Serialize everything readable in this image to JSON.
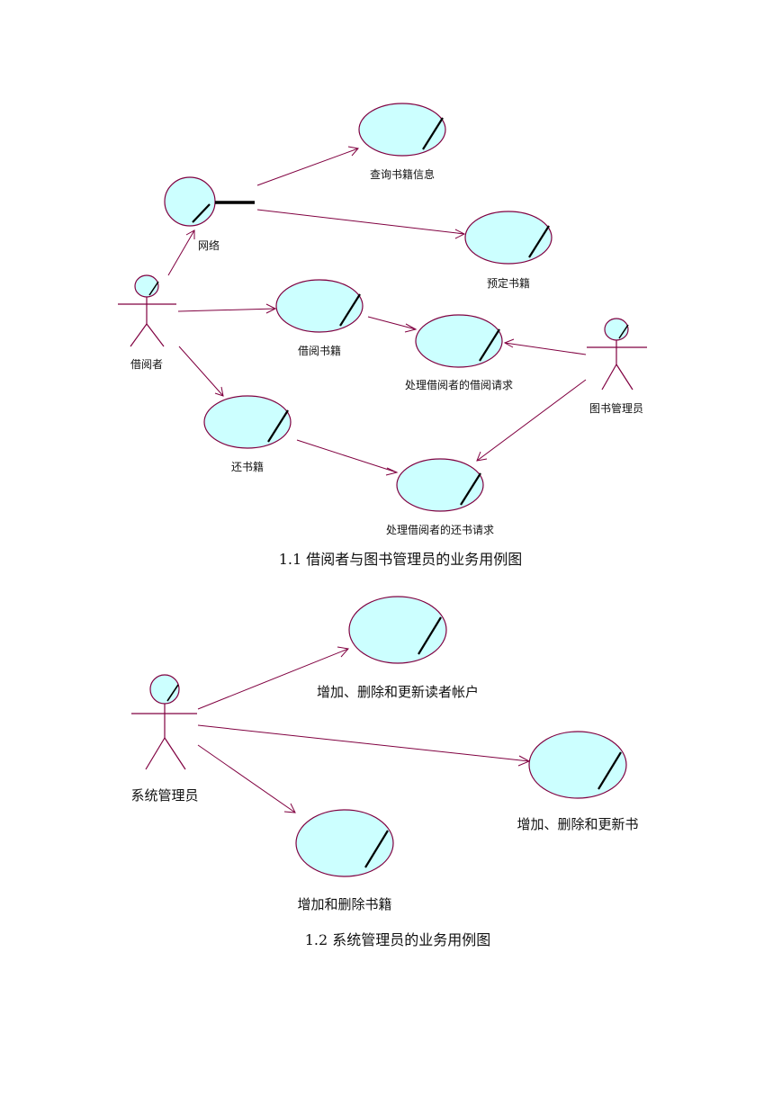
{
  "colors": {
    "usecase_fill": "#ccffff",
    "line": "#800040",
    "mark": "#000000"
  },
  "figure1": {
    "caption": "1.1  借阅者与图书管理员的业务用例图",
    "actors": {
      "borrower": "借阅者",
      "librarian": "图书管理员"
    },
    "interface": "网络",
    "usecases": {
      "query_info": "查询书籍信息",
      "reserve": "预定书籍",
      "borrow": "借阅书籍",
      "handle_borrow": "处理借阅者的借阅请求",
      "return": "还书籍",
      "handle_return": "处理借阅者的还书请求"
    }
  },
  "figure2": {
    "caption": "1.2 系统管理员的业务用例图",
    "actors": {
      "sysadmin": "系统管理员"
    },
    "usecases": {
      "manage_accounts": "增加、删除和更新读者帐户",
      "manage_books": "增加、删除和更新书",
      "add_delete_books": "增加和删除书籍"
    }
  }
}
